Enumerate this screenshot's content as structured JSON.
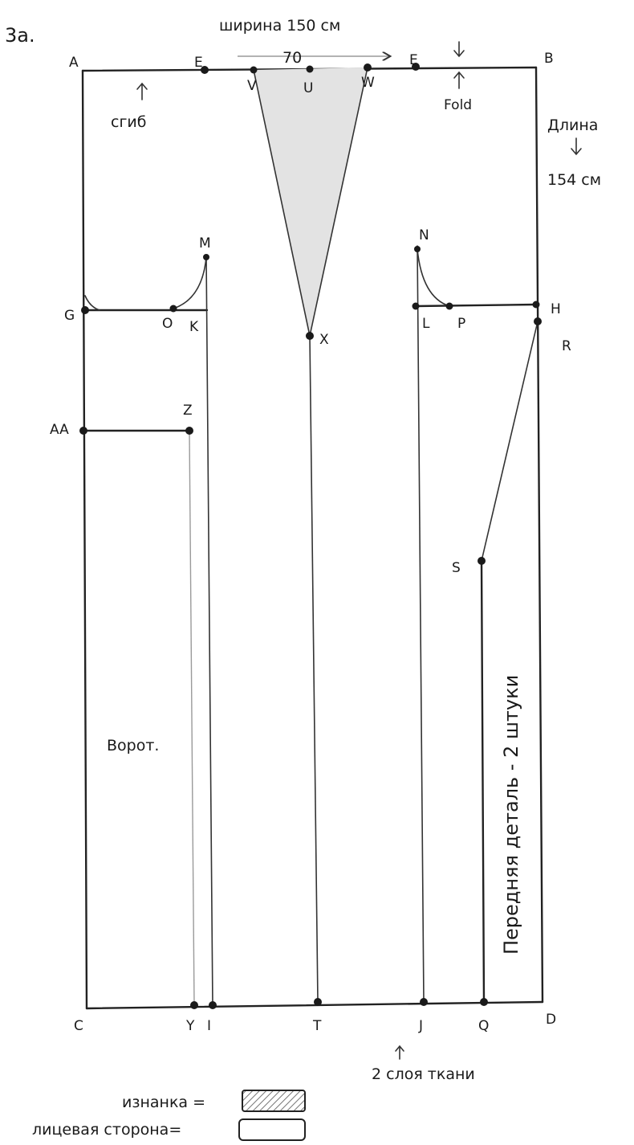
{
  "diagram": {
    "figure_number": "3a.",
    "width_label": "ширина 150 см",
    "width_value": "70",
    "fold_ru": "сгиб",
    "fold_en": "Fold",
    "length_label": "Длина",
    "length_value": "154 см",
    "vertical_caption": "Передняя деталь - 2 штуки",
    "collar_label": "Ворот.",
    "layers_label": "2 слоя ткани",
    "legend": {
      "wrong_side": "изнанка =",
      "right_side": "лицевая сторона="
    },
    "points": {
      "A": "A",
      "E1": "E",
      "V": "V",
      "U": "U",
      "W": "W",
      "E2": "E",
      "B": "B",
      "M": "M",
      "N": "N",
      "G": "G",
      "O": "O",
      "K": "K",
      "X": "X",
      "L": "L",
      "P": "P",
      "H": "H",
      "R": "R",
      "AA": "AA",
      "Z": "Z",
      "S": "S",
      "C": "C",
      "Y": "Y",
      "I": "I",
      "T": "T",
      "J": "J",
      "Q": "Q",
      "D": "D"
    }
  }
}
